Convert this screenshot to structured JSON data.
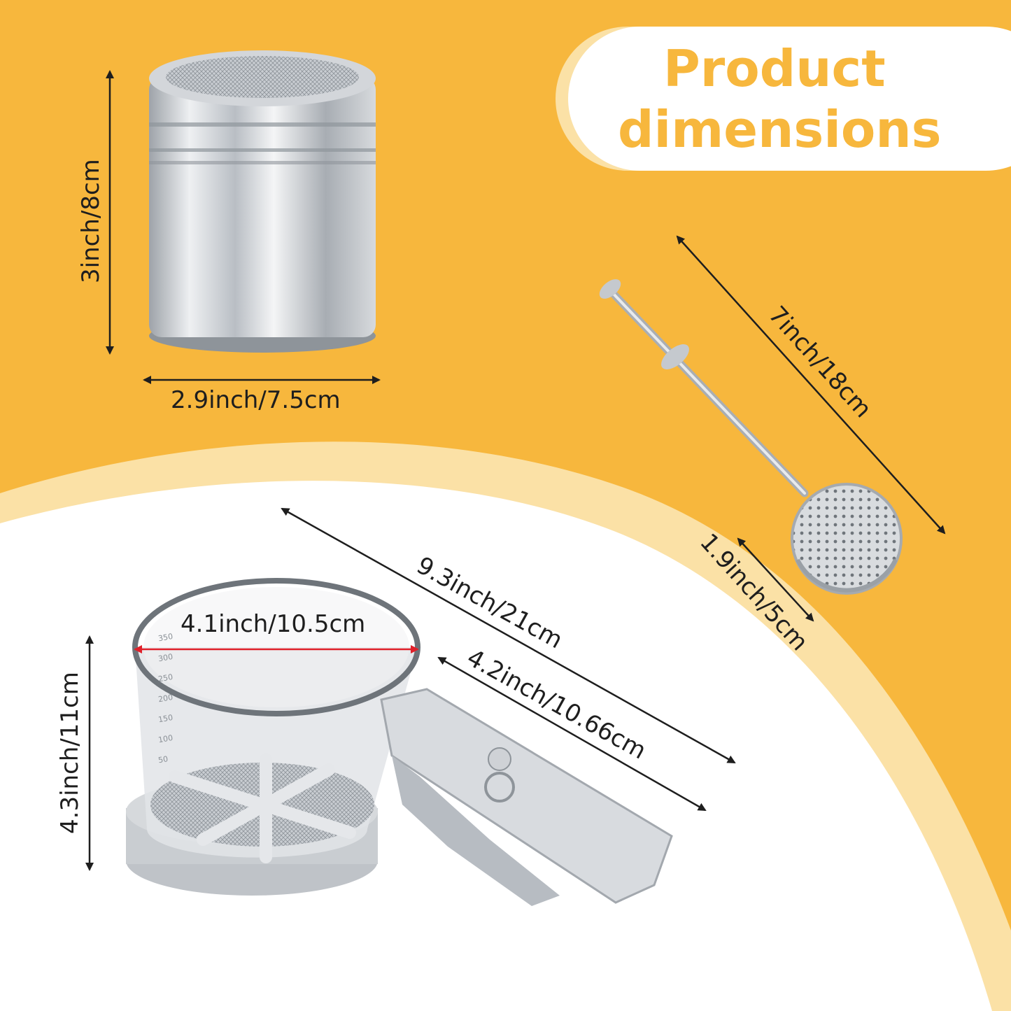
{
  "title": {
    "line1": "Product",
    "line2": "dimensions"
  },
  "colors": {
    "background": "#F7B73D",
    "title_text": "#F7B73D",
    "panel": "#FFFFFF",
    "panel_edge": "#FBE1A6",
    "arrow": "#1E1E1E",
    "diameter_arrow": "#E0202A",
    "steel": "#C8CCD1"
  },
  "products": {
    "shaker": {
      "height_label": "3inch/8cm",
      "width_label": "2.9inch/7.5cm"
    },
    "tea_ball_wand": {
      "length_label": "7inch/18cm",
      "ball_diameter_label": "1.9inch/5cm"
    },
    "flour_sifter": {
      "total_length_label": "9.3inch/21cm",
      "handle_length_label": "4.2inch/10.66cm",
      "diameter_label": "4.1inch/10.5cm",
      "height_label": "4.3inch/11cm",
      "scale_marks": [
        "350",
        "300",
        "250",
        "200",
        "150",
        "100",
        "50"
      ]
    }
  }
}
